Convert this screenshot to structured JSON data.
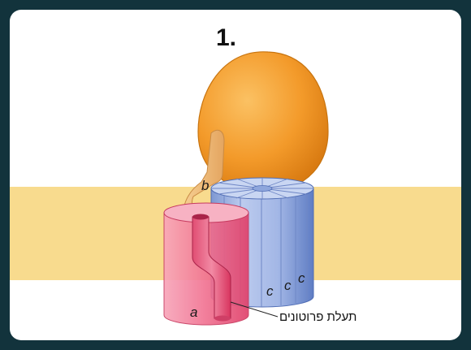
{
  "title": "1.",
  "labels": {
    "a": "a",
    "b": "b",
    "c": "c",
    "proton_channel": "תעלת פרוטונים"
  },
  "colors": {
    "frame_border": "#12333c",
    "membrane": "#f8db8e",
    "f1_head": "#f39a2a",
    "b_stalk": "#f1c07a",
    "a_subunit": "#ee5a7e",
    "c_ring": "#a9bde6"
  }
}
